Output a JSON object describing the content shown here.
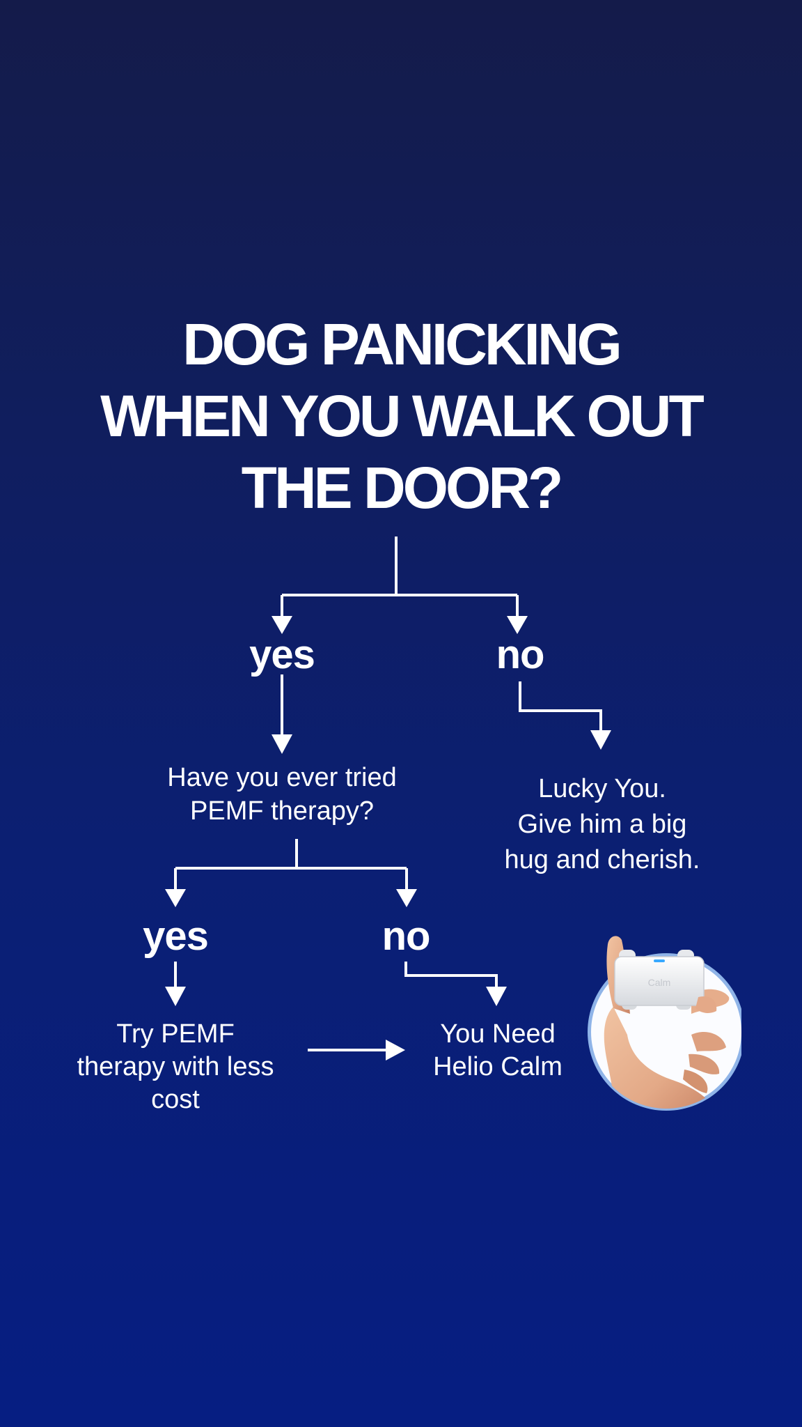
{
  "headline": {
    "line1": "DOG PANICKING",
    "line2": "WHEN YOU WALK OUT",
    "line3": "THE DOOR?"
  },
  "branch_1": {
    "yes_label": "yes",
    "no_label": "no"
  },
  "question_2": {
    "line1": "Have you ever tried",
    "line2": "PEMF therapy?"
  },
  "no_outcome": {
    "line1": "Lucky You.",
    "line2": "Give him a big",
    "line3": "hug and cherish."
  },
  "branch_2": {
    "yes_label": "yes",
    "no_label": "no"
  },
  "try_outcome": {
    "line1": "Try PEMF",
    "line2": "therapy with less",
    "line3": "cost"
  },
  "need_outcome": {
    "line1": "You Need",
    "line2": "Helio Calm"
  },
  "product": {
    "device_label": "Calm"
  },
  "colors": {
    "background_top": "#141b4a",
    "background_bottom": "#061e82",
    "text": "#ffffff",
    "circle_ring": "#8fb4e8"
  }
}
